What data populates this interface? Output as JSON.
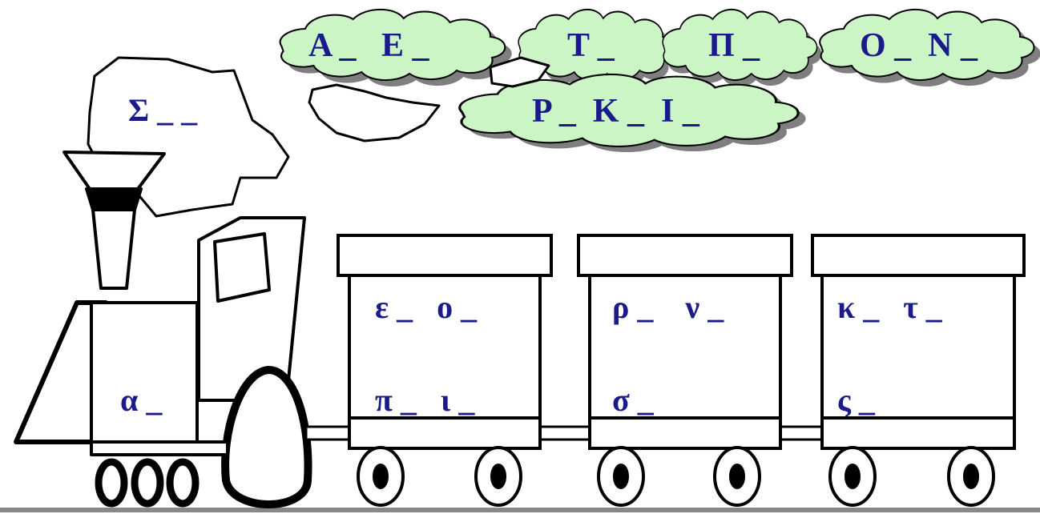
{
  "colors": {
    "cloud_fill": "#ccf5c6",
    "cloud_shadow": "#7f7f7f",
    "letter": "#1a1a8a",
    "outline": "#000000",
    "rail": "#888888"
  },
  "clouds": {
    "cloud_1": "Α _   Ε _",
    "cloud_2": "Τ _",
    "cloud_3": "Π _",
    "cloud_4": "Ο _  Ν _",
    "cloud_5": "Ρ _  Κ _  Ι _"
  },
  "smoke_label": "Σ _ _",
  "engine_label": "α _",
  "wagons": [
    {
      "top": "ε _   ο _",
      "bottom": "π _   ι _"
    },
    {
      "top": "ρ _    ν _",
      "bottom": "σ _"
    },
    {
      "top": "κ _   τ _",
      "bottom": "ς _"
    }
  ]
}
